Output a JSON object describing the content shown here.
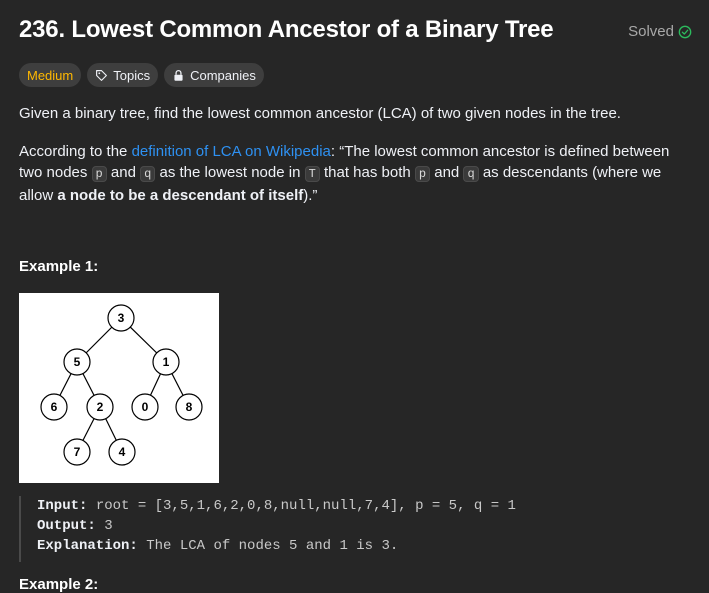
{
  "problem": {
    "title": "236. Lowest Common Ancestor of a Binary Tree",
    "status": "Solved"
  },
  "tags": {
    "difficulty": "Medium",
    "topics": "Topics",
    "companies": "Companies"
  },
  "description": {
    "p1": "Given a binary tree, find the lowest common ancestor (LCA) of two given nodes in the tree.",
    "p2_prefix": "According to the ",
    "p2_link": "definition of LCA on Wikipedia",
    "p2_a": ": “The lowest common ancestor is defined between two nodes ",
    "p2_code_p": "p",
    "p2_b": " and ",
    "p2_code_q": "q",
    "p2_c": " as the lowest node in ",
    "p2_code_t": "T",
    "p2_d": " that has both ",
    "p2_code_p2": "p",
    "p2_e": " and ",
    "p2_code_q2": "q",
    "p2_f": " as descendants (where we allow ",
    "p2_bold": "a node to be a descendant of itself",
    "p2_end": ").”"
  },
  "example1": {
    "heading": "Example 1:",
    "tree_nodes": [
      "3",
      "5",
      "1",
      "6",
      "2",
      "0",
      "8",
      "7",
      "4"
    ],
    "input_label": "Input:",
    "input_value": " root = [3,5,1,6,2,0,8,null,null,7,4], p = 5, q = 1",
    "output_label": "Output:",
    "output_value": " 3",
    "explanation_label": "Explanation:",
    "explanation_value": " The LCA of nodes 5 and 1 is 3."
  },
  "example2": {
    "heading": "Example 2:"
  },
  "colors": {
    "background": "#262626",
    "medium": "#ffb800",
    "link": "#2e91f2",
    "solved_check": "#2cbb5d"
  }
}
